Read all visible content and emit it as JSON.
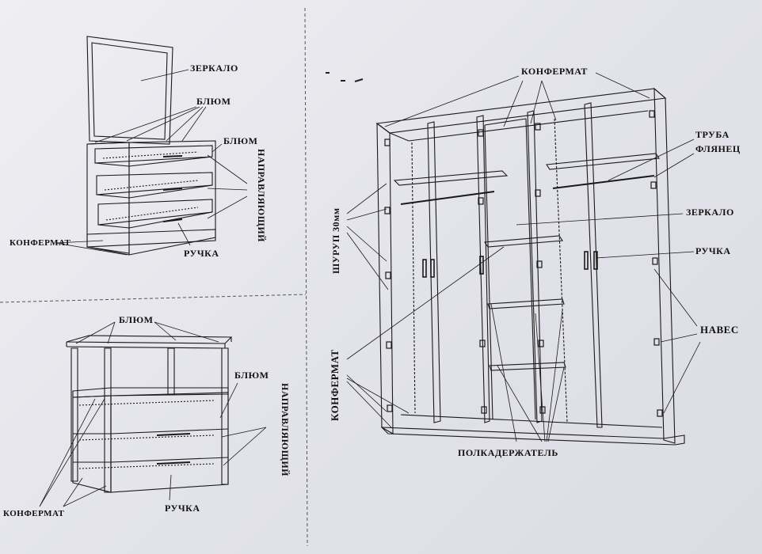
{
  "sheet": {
    "paper_color": "#eaeaef",
    "ink_color": "#1a1a1a"
  },
  "dresser": {
    "mirror": "ЗЕРКАЛО",
    "blum_top": "БЛЮМ",
    "blum_right": "БЛЮМ",
    "guides": "НАПРАВЛЯЮЩИЙ",
    "konfermat": "КОНФЕРМАТ",
    "handle": "РУЧКА"
  },
  "nightstand": {
    "blum_top": "БЛЮМ",
    "blum_right": "БЛЮМ",
    "guides": "НАПРАВЛЯЮЩИЙ",
    "konfermat": "КОНФЕРМАТ",
    "handle": "РУЧКА"
  },
  "wardrobe": {
    "konfermat_top": "КОНФЕРМАТ",
    "pipe": "ТРУБА",
    "flange": "ФЛЯНЕЦ",
    "mirror": "ЗЕРКАЛО",
    "handle": "РУЧКА",
    "hinge": "НАВЕС",
    "screw": "ШУРУП 30мм",
    "konfermat_left": "КОНФЕРМАТ",
    "shelf_holder": "ПОЛКАДЕРЖАТЕЛЬ"
  }
}
